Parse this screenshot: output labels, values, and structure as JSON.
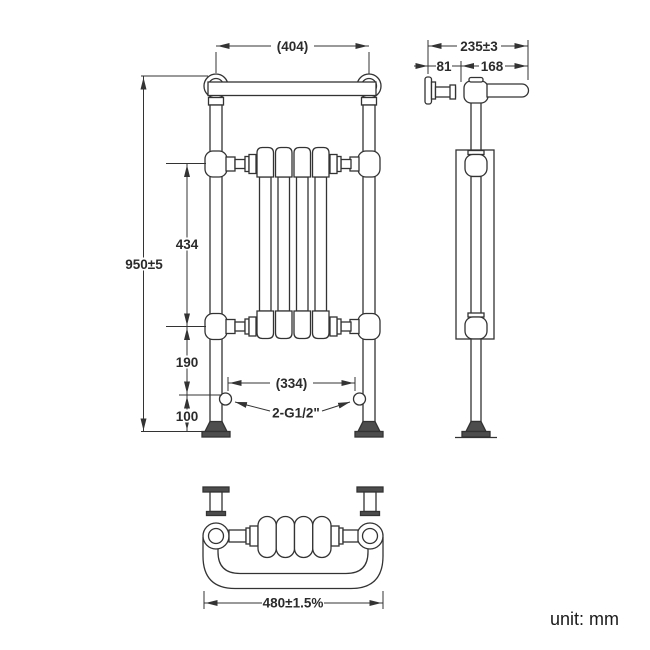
{
  "front": {
    "width_top": "(404)",
    "height_overall": "950±5",
    "height_radiator": "434",
    "height_lower": "190",
    "height_base": "100",
    "width_connections": "(334)",
    "connections": "2-G1/2\""
  },
  "side": {
    "depth_overall": "235±3",
    "wall_offset": "81",
    "rail_depth": "168"
  },
  "plan": {
    "width_overall": "480±1.5%"
  },
  "note": {
    "unit": "unit: mm"
  },
  "colors": {
    "line": "#333333",
    "dark_fill": "#4d4d4d",
    "background": "#ffffff",
    "text": "#2b2b2b"
  }
}
